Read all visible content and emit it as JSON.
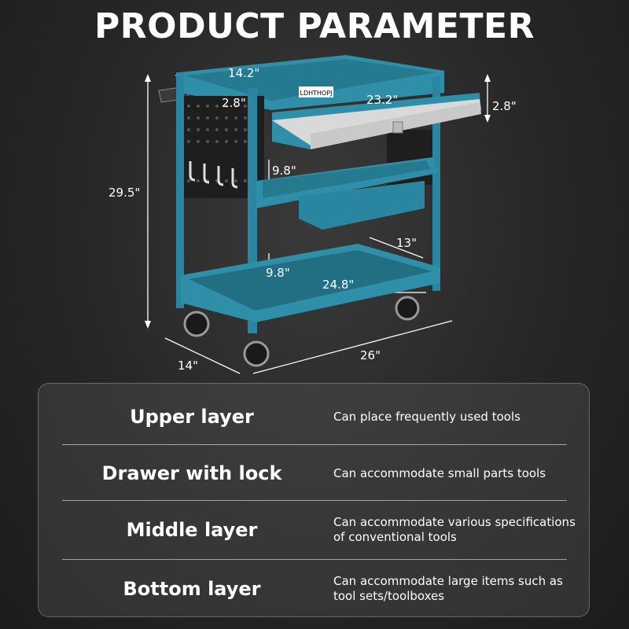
{
  "title": "PRODUCT PARAMETER",
  "product": {
    "brand": "LDHTHOPJ",
    "colors": {
      "body": "#2f8fa8",
      "body_dark": "#1f6c80",
      "pegboard": "#1e1e1e",
      "background": "#262626"
    },
    "dimensions": {
      "top_depth": "14.2\"",
      "side_lip": "2.8\"",
      "drawer_width": "23.2\"",
      "drawer_height": "2.8\"",
      "total_height": "29.5\"",
      "upper_gap": "9.8\"",
      "lower_gap": "9.8\"",
      "inner_depth": "13\"",
      "inner_width": "24.8\"",
      "depth": "14\"",
      "width": "26\""
    }
  },
  "features": [
    {
      "name": "Upper layer",
      "description": "Can place frequently used tools"
    },
    {
      "name": "Drawer with lock",
      "description": "Can accommodate small parts tools"
    },
    {
      "name": "Middle layer",
      "description": "Can accommodate various specifications of conventional tools"
    },
    {
      "name": "Bottom layer",
      "description": "Can accommodate large items such as tool sets/toolboxes"
    }
  ]
}
